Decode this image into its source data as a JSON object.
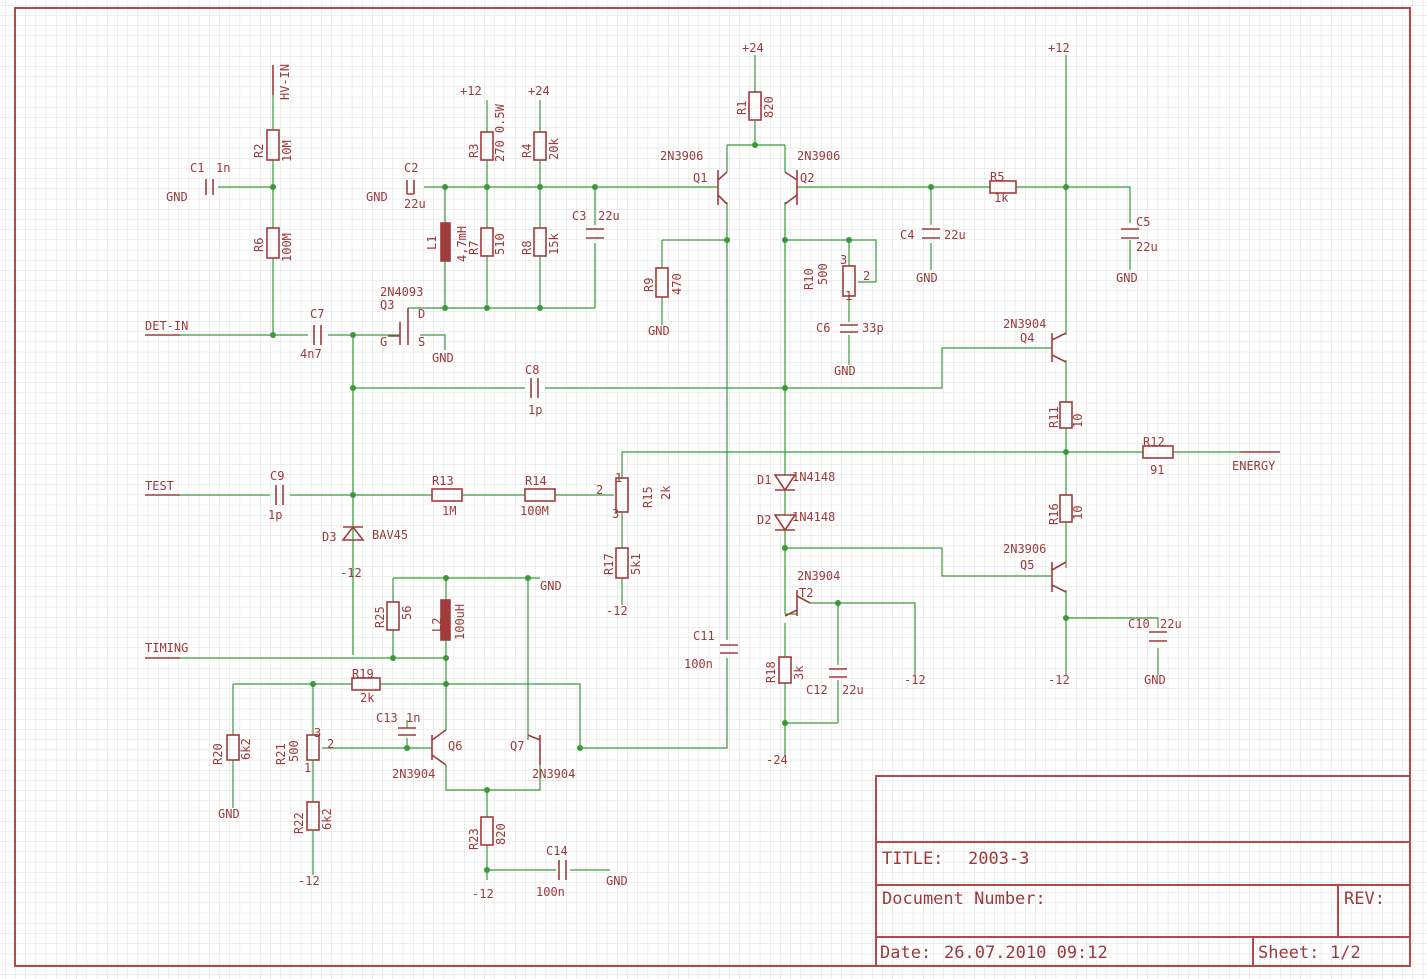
{
  "title_block": {
    "title_label": "TITLE:",
    "title_value": "2003-3",
    "doc_label": "Document Number:",
    "rev_label": "REV:",
    "date_label": "Date:",
    "date_value": "26.07.2010 09:12",
    "sheet_label": "Sheet:",
    "sheet_value": "1/2"
  },
  "ports": [
    {
      "name": "HV-IN"
    },
    {
      "name": "DET-IN"
    },
    {
      "name": "TEST"
    },
    {
      "name": "TIMING"
    },
    {
      "name": "ENERGY"
    }
  ],
  "labels": [
    {
      "id": "c1",
      "text": "C1"
    },
    {
      "id": "c1v",
      "text": "1n"
    },
    {
      "id": "gnd1",
      "text": "GND"
    },
    {
      "id": "r2",
      "text": "R2"
    },
    {
      "id": "r2v",
      "text": "10M"
    },
    {
      "id": "r6",
      "text": "R6"
    },
    {
      "id": "r6v",
      "text": "100M"
    },
    {
      "id": "c2",
      "text": "C2"
    },
    {
      "id": "c2v",
      "text": "22u"
    },
    {
      "id": "gnd2",
      "text": "GND"
    },
    {
      "id": "p12a",
      "text": "+12"
    },
    {
      "id": "r3",
      "text": "R3"
    },
    {
      "id": "r3v",
      "text": "270 0.5W"
    },
    {
      "id": "l1",
      "text": "L1"
    },
    {
      "id": "l1v",
      "text": "4,7mH"
    },
    {
      "id": "r7",
      "text": "R7"
    },
    {
      "id": "r7v",
      "text": "510"
    },
    {
      "id": "p24a",
      "text": "+24"
    },
    {
      "id": "r4",
      "text": "R4"
    },
    {
      "id": "r4v",
      "text": "20k"
    },
    {
      "id": "r8",
      "text": "R8"
    },
    {
      "id": "r8v",
      "text": "15k"
    },
    {
      "id": "c3",
      "text": "C3"
    },
    {
      "id": "c3v",
      "text": "22u"
    },
    {
      "id": "q3t",
      "text": "2N4093"
    },
    {
      "id": "q3",
      "text": "Q3"
    },
    {
      "id": "q3d",
      "text": "D"
    },
    {
      "id": "q3g",
      "text": "G"
    },
    {
      "id": "q3s",
      "text": "S"
    },
    {
      "id": "gnd3",
      "text": "GND"
    },
    {
      "id": "c7",
      "text": "C7"
    },
    {
      "id": "c7v",
      "text": "4n7"
    },
    {
      "id": "c8",
      "text": "C8"
    },
    {
      "id": "c8v",
      "text": "1p"
    },
    {
      "id": "c9",
      "text": "C9"
    },
    {
      "id": "c9v",
      "text": "1p"
    },
    {
      "id": "r13",
      "text": "R13"
    },
    {
      "id": "r13v",
      "text": "1M"
    },
    {
      "id": "r14",
      "text": "R14"
    },
    {
      "id": "r14v",
      "text": "100M"
    },
    {
      "id": "r15",
      "text": "R15"
    },
    {
      "id": "r15v",
      "text": "2k"
    },
    {
      "id": "r15p1",
      "text": "1"
    },
    {
      "id": "r15p2",
      "text": "2"
    },
    {
      "id": "r15p3",
      "text": "3"
    },
    {
      "id": "r17",
      "text": "R17"
    },
    {
      "id": "r17v",
      "text": "5k1"
    },
    {
      "id": "m12c",
      "text": "-12"
    },
    {
      "id": "d3",
      "text": "D3"
    },
    {
      "id": "d3v",
      "text": "BAV45"
    },
    {
      "id": "m12a",
      "text": "-12"
    },
    {
      "id": "p24b",
      "text": "+24"
    },
    {
      "id": "r1",
      "text": "R1"
    },
    {
      "id": "r1v",
      "text": "820"
    },
    {
      "id": "q1t",
      "text": "2N3906"
    },
    {
      "id": "q1",
      "text": "Q1"
    },
    {
      "id": "q2t",
      "text": "2N3906"
    },
    {
      "id": "q2",
      "text": "Q2"
    },
    {
      "id": "r9",
      "text": "R9"
    },
    {
      "id": "r9v",
      "text": "470"
    },
    {
      "id": "gnd4",
      "text": "GND"
    },
    {
      "id": "r10",
      "text": "R10"
    },
    {
      "id": "r10v",
      "text": "500"
    },
    {
      "id": "r10p1",
      "text": "1"
    },
    {
      "id": "r10p2",
      "text": "2"
    },
    {
      "id": "r10p3",
      "text": "3"
    },
    {
      "id": "c6",
      "text": "C6"
    },
    {
      "id": "c6v",
      "text": "33p"
    },
    {
      "id": "gnd5",
      "text": "GND"
    },
    {
      "id": "c4",
      "text": "C4"
    },
    {
      "id": "c4v",
      "text": "22u"
    },
    {
      "id": "gnd6",
      "text": "GND"
    },
    {
      "id": "r5",
      "text": "R5"
    },
    {
      "id": "r5v",
      "text": "1k"
    },
    {
      "id": "p12b",
      "text": "+12"
    },
    {
      "id": "c5",
      "text": "C5"
    },
    {
      "id": "c5v",
      "text": "22u"
    },
    {
      "id": "gnd7",
      "text": "GND"
    },
    {
      "id": "q4t",
      "text": "2N3904"
    },
    {
      "id": "q4",
      "text": "Q4"
    },
    {
      "id": "r11",
      "text": "R11"
    },
    {
      "id": "r11v",
      "text": "10"
    },
    {
      "id": "r12",
      "text": "R12"
    },
    {
      "id": "r12v",
      "text": "91"
    },
    {
      "id": "r16",
      "text": "R16"
    },
    {
      "id": "r16v",
      "text": "10"
    },
    {
      "id": "d1",
      "text": "D1"
    },
    {
      "id": "d1v",
      "text": "1N4148"
    },
    {
      "id": "d2",
      "text": "D2"
    },
    {
      "id": "d2v",
      "text": "1N4148"
    },
    {
      "id": "q5t",
      "text": "2N3906"
    },
    {
      "id": "q5",
      "text": "Q5"
    },
    {
      "id": "t2t",
      "text": "2N3904"
    },
    {
      "id": "t2",
      "text": "T2"
    },
    {
      "id": "c10",
      "text": "C10"
    },
    {
      "id": "c10v",
      "text": "22u"
    },
    {
      "id": "gnd8",
      "text": "GND"
    },
    {
      "id": "m12d",
      "text": "-12"
    },
    {
      "id": "m12e",
      "text": "-12"
    },
    {
      "id": "r18",
      "text": "R18"
    },
    {
      "id": "r18v",
      "text": "3k"
    },
    {
      "id": "c12",
      "text": "C12"
    },
    {
      "id": "c12v",
      "text": "22u"
    },
    {
      "id": "m24",
      "text": "-24"
    },
    {
      "id": "c11",
      "text": "C11"
    },
    {
      "id": "c11v",
      "text": "100n"
    },
    {
      "id": "gnd9",
      "text": "GND"
    },
    {
      "id": "r25",
      "text": "R25"
    },
    {
      "id": "r25v",
      "text": "56"
    },
    {
      "id": "l2",
      "text": "L2"
    },
    {
      "id": "l2v",
      "text": "100uH"
    },
    {
      "id": "r19",
      "text": "R19"
    },
    {
      "id": "r19v",
      "text": "2k"
    },
    {
      "id": "c13",
      "text": "C13"
    },
    {
      "id": "c13v",
      "text": "1n"
    },
    {
      "id": "r20",
      "text": "R20"
    },
    {
      "id": "r20v",
      "text": "6k2"
    },
    {
      "id": "gnd10",
      "text": "GND"
    },
    {
      "id": "r21",
      "text": "R21"
    },
    {
      "id": "r21v",
      "text": "500"
    },
    {
      "id": "r21p1",
      "text": "1"
    },
    {
      "id": "r21p2",
      "text": "2"
    },
    {
      "id": "r21p3",
      "text": "3"
    },
    {
      "id": "q6",
      "text": "Q6"
    },
    {
      "id": "q6t",
      "text": "2N3904"
    },
    {
      "id": "q7",
      "text": "Q7"
    },
    {
      "id": "q7t",
      "text": "2N3904"
    },
    {
      "id": "r22",
      "text": "R22"
    },
    {
      "id": "r22v",
      "text": "6k2"
    },
    {
      "id": "m12f",
      "text": "-12"
    },
    {
      "id": "r23",
      "text": "R23"
    },
    {
      "id": "r23v",
      "text": "820"
    },
    {
      "id": "m12g",
      "text": "-12"
    },
    {
      "id": "c14",
      "text": "C14"
    },
    {
      "id": "c14v",
      "text": "100n"
    },
    {
      "id": "gnd11",
      "text": "GND"
    }
  ]
}
